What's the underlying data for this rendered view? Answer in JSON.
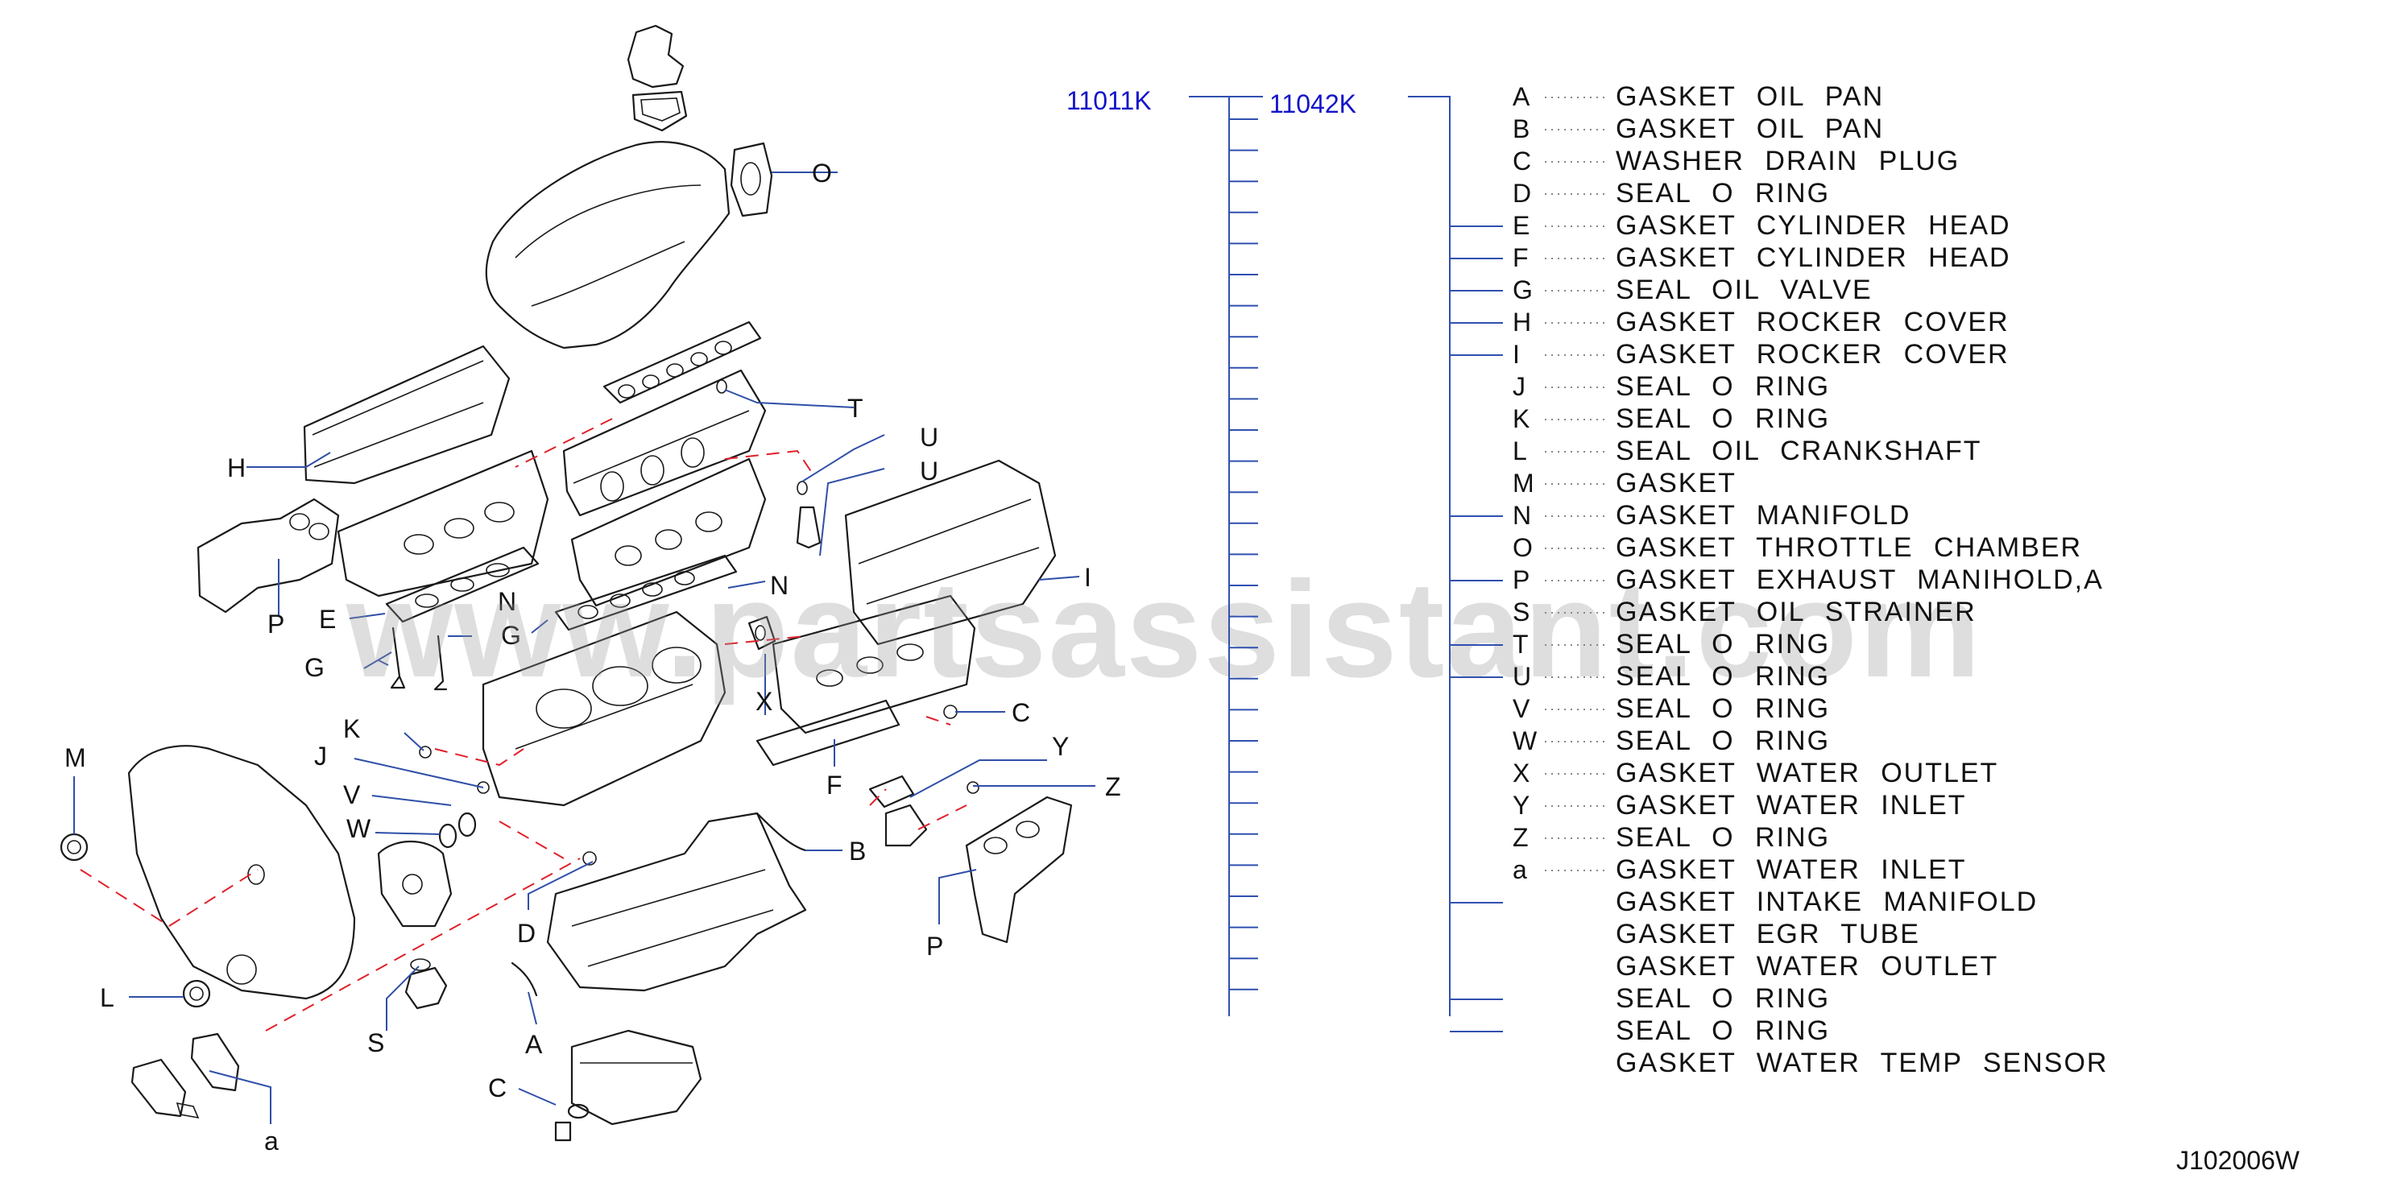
{
  "watermark": "www.partsassistant.com",
  "reference": "J102006W",
  "codes": {
    "parent": "11011K",
    "child": "11042K"
  },
  "parts": [
    {
      "letter": "A",
      "desc": "GASKET OIL PAN"
    },
    {
      "letter": "B",
      "desc": "GASKET OIL PAN"
    },
    {
      "letter": "C",
      "desc": "WASHER DRAIN PLUG"
    },
    {
      "letter": "D",
      "desc": "SEAL O RING"
    },
    {
      "letter": "E",
      "desc": "GASKET CYLINDER HEAD"
    },
    {
      "letter": "F",
      "desc": "GASKET CYLINDER HEAD"
    },
    {
      "letter": "G",
      "desc": "SEAL OIL VALVE"
    },
    {
      "letter": "H",
      "desc": "GASKET ROCKER COVER"
    },
    {
      "letter": "I",
      "desc": "GASKET ROCKER COVER"
    },
    {
      "letter": "J",
      "desc": "SEAL O RING"
    },
    {
      "letter": "K",
      "desc": "SEAL O RING"
    },
    {
      "letter": "L",
      "desc": "SEAL OIL CRANKSHAFT"
    },
    {
      "letter": "M",
      "desc": "GASKET"
    },
    {
      "letter": "N",
      "desc": "GASKET MANIFOLD"
    },
    {
      "letter": "O",
      "desc": "GASKET THROTTLE CHAMBER"
    },
    {
      "letter": "P",
      "desc": "GASKET EXHAUST MANIHOLD,A"
    },
    {
      "letter": "S",
      "desc": "GASKET OIL STRAINER"
    },
    {
      "letter": "T",
      "desc": "SEAL O RING"
    },
    {
      "letter": "U",
      "desc": "SEAL O RING"
    },
    {
      "letter": "V",
      "desc": "SEAL O RING"
    },
    {
      "letter": "W",
      "desc": "SEAL O RING"
    },
    {
      "letter": "X",
      "desc": "GASKET WATER OUTLET"
    },
    {
      "letter": "Y",
      "desc": "GASKET WATER INLET"
    },
    {
      "letter": "Z",
      "desc": "SEAL O RING"
    },
    {
      "letter": "a",
      "desc": "GASKET WATER INLET"
    },
    {
      "letter": "",
      "desc": "GASKET INTAKE MANIFOLD"
    },
    {
      "letter": "",
      "desc": "GASKET EGR TUBE"
    },
    {
      "letter": "",
      "desc": "GASKET WATER OUTLET"
    },
    {
      "letter": "",
      "desc": "SEAL O RING"
    },
    {
      "letter": "",
      "desc": "SEAL O RING"
    },
    {
      "letter": "",
      "desc": "GASKET WATER TEMP SENSOR"
    }
  ],
  "callouts": {
    "O": "O",
    "T": "T",
    "U1": "U",
    "U2": "U",
    "H": "H",
    "P1": "P",
    "E": "E",
    "N1": "N",
    "N2": "N",
    "I": "I",
    "G1": "G",
    "G2": "G",
    "X": "X",
    "C1": "C",
    "K": "K",
    "J": "J",
    "Y": "Y",
    "Z": "Z",
    "M": "M",
    "V": "V",
    "W": "W",
    "F": "F",
    "B": "B",
    "D": "D",
    "P2": "P",
    "L": "L",
    "S": "S",
    "A": "A",
    "C2": "C",
    "a": "a"
  }
}
